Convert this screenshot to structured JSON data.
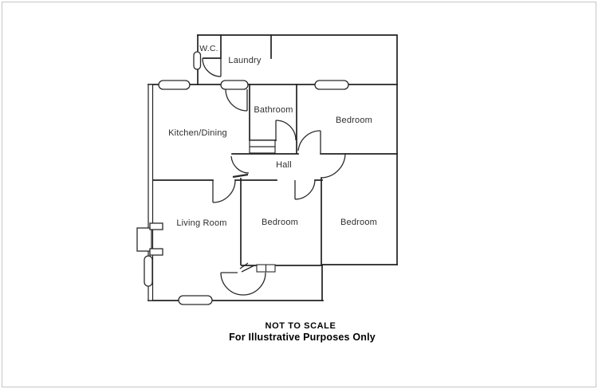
{
  "page": {
    "background": "#ffffff",
    "frame_border_color": "#c6c6c6"
  },
  "colors": {
    "wall_line": "#222222",
    "symbol_line": "#2a2a2a",
    "label_text": "#2e2e2e",
    "footer_text": "#000000"
  },
  "rooms": {
    "wc": "W.C.",
    "laundry": "Laundry",
    "bathroom": "Bathroom",
    "bedroom_top_right": "Bedroom",
    "kitchen_dining": "Kitchen/Dining",
    "hall": "Hall",
    "living_room": "Living Room",
    "bedroom_bottom_middle": "Bedroom",
    "bedroom_bottom_right": "Bedroom"
  },
  "footer": {
    "line1": "NOT TO SCALE",
    "line2": "For Illustrative Purposes Only"
  }
}
